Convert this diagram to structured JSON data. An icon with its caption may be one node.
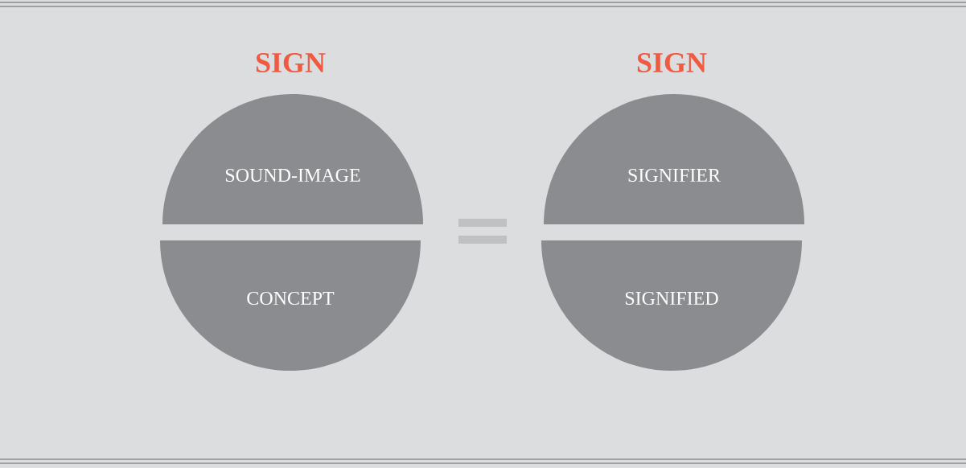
{
  "diagram": {
    "nodes": [
      {
        "text": [
          "SOUND-IMAGE"
        ]
      },
      {
        "text": [
          "CONCEPT"
        ]
      },
      {
        "text": [
          "SIGNIFIER"
        ]
      },
      {
        "text": [
          "SIGNIFIED"
        ]
      }
    ],
    "labels": [
      "SIGN",
      "SIGN"
    ]
  }
}
